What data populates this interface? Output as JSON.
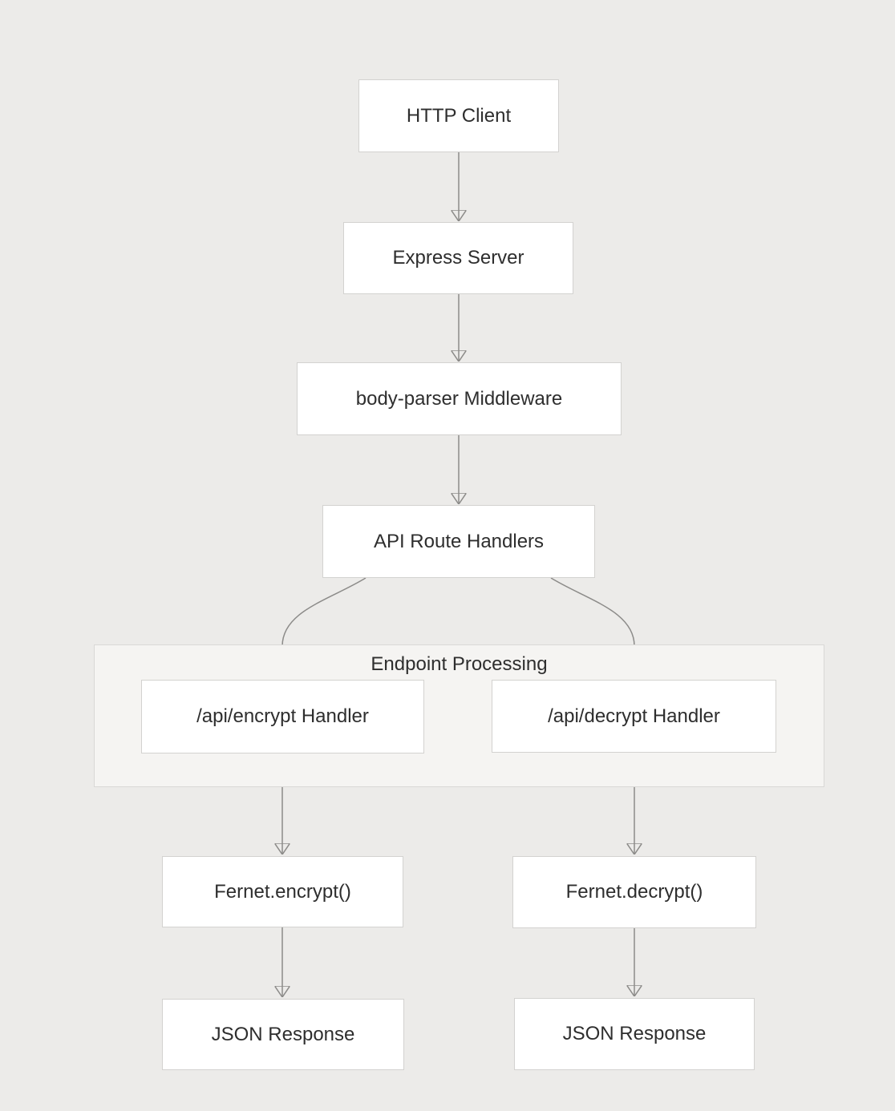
{
  "nodes": {
    "http_client": {
      "label": "HTTP Client"
    },
    "express_server": {
      "label": "Express Server"
    },
    "body_parser": {
      "label": "body-parser Middleware"
    },
    "api_routes": {
      "label": "API Route Handlers"
    },
    "encrypt_handler": {
      "label": "/api/encrypt Handler"
    },
    "decrypt_handler": {
      "label": "/api/decrypt Handler"
    },
    "fernet_encrypt": {
      "label": "Fernet.encrypt()"
    },
    "fernet_decrypt": {
      "label": "Fernet.decrypt()"
    },
    "json_response_encrypt": {
      "label": "JSON Response"
    },
    "json_response_decrypt": {
      "label": "JSON Response"
    }
  },
  "subgraph": {
    "title": "Endpoint Processing"
  },
  "edges": [
    {
      "from": "HTTP Client",
      "to": "Express Server"
    },
    {
      "from": "Express Server",
      "to": "body-parser Middleware"
    },
    {
      "from": "body-parser Middleware",
      "to": "API Route Handlers"
    },
    {
      "from": "API Route Handlers",
      "to": "/api/encrypt Handler"
    },
    {
      "from": "API Route Handlers",
      "to": "/api/decrypt Handler"
    },
    {
      "from": "/api/encrypt Handler",
      "to": "Fernet.encrypt()"
    },
    {
      "from": "/api/decrypt Handler",
      "to": "Fernet.decrypt()"
    },
    {
      "from": "Fernet.encrypt()",
      "to": "JSON Response"
    },
    {
      "from": "Fernet.decrypt()",
      "to": "JSON Response"
    }
  ],
  "colors": {
    "background": "#ECEBE9",
    "node_fill": "#FFFFFF",
    "node_border": "#D3D2D0",
    "subgraph_fill": "#F5F4F2",
    "subgraph_border": "#D9D8D6",
    "edge": "#8C8B89",
    "text": "#2E2E2E"
  }
}
